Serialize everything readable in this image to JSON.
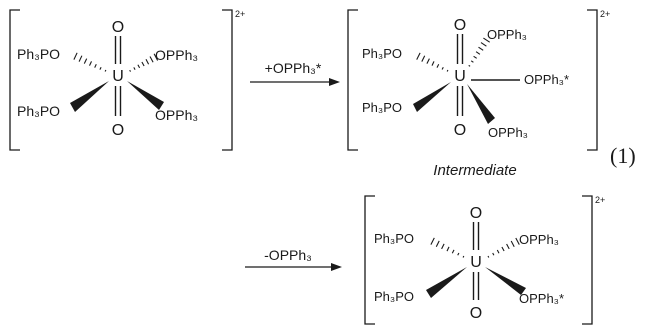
{
  "reactant": {
    "metal": "U",
    "oxo_top": "O",
    "oxo_bottom": "O",
    "lig_ul": "Ph₃PO",
    "lig_ur": "OPPh₃",
    "lig_ll": "Ph₃PO",
    "lig_lr": "OPPh₃",
    "charge": "2+"
  },
  "step1": {
    "label": "+OPPh₃*"
  },
  "intermediate": {
    "metal": "U",
    "oxo_top": "O",
    "oxo_bottom": "O",
    "lig_ul": "Ph₃PO",
    "lig_ur": "OPPh₃",
    "lig_right": "OPPh₃*",
    "lig_ll": "Ph₃PO",
    "lig_lr": "OPPh₃",
    "charge": "2+",
    "caption": "Intermediate"
  },
  "equation_number": "(1)",
  "step2": {
    "label": "-OPPh₃"
  },
  "product": {
    "metal": "U",
    "oxo_top": "O",
    "oxo_bottom": "O",
    "lig_ul": "Ph₃PO",
    "lig_ur": "OPPh₃",
    "lig_ll": "Ph₃PO",
    "lig_lr": "OPPh₃*",
    "charge": "2+"
  }
}
